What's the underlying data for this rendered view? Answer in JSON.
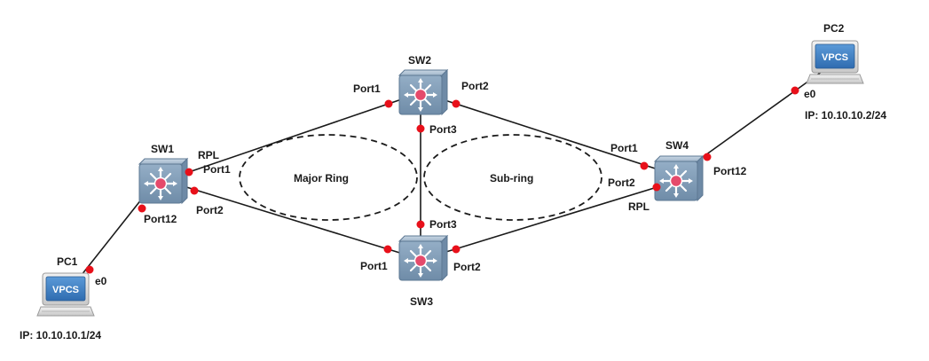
{
  "rings": {
    "major": "Major Ring",
    "sub": "Sub-ring"
  },
  "nodes": {
    "sw1": {
      "name": "SW1",
      "rpl": "RPL",
      "port1": "Port1",
      "port2": "Port2",
      "port12": "Port12"
    },
    "sw2": {
      "name": "SW2",
      "port1": "Port1",
      "port2": "Port2",
      "port3": "Port3"
    },
    "sw3": {
      "name": "SW3",
      "port1": "Port1",
      "port2": "Port2",
      "port3": "Port3"
    },
    "sw4": {
      "name": "SW4",
      "rpl": "RPL",
      "port1": "Port1",
      "port2": "Port2",
      "port12": "Port12"
    },
    "pc1": {
      "name": "PC1",
      "screen": "VPCS",
      "iface": "e0",
      "ip": "IP: 10.10.10.1/24"
    },
    "pc2": {
      "name": "PC2",
      "screen": "VPCS",
      "iface": "e0",
      "ip": "IP: 10.10.10.2/24"
    }
  },
  "colors": {
    "link": "#1a1a1a",
    "port_dot": "#e8101a",
    "switch_body": "#8fa9c2",
    "switch_center": "#e54a6b",
    "vpcs_screen": "#3d7fc4"
  },
  "icons": {
    "switch": "multilayer-switch-icon",
    "pc": "vpcs-computer-icon"
  }
}
